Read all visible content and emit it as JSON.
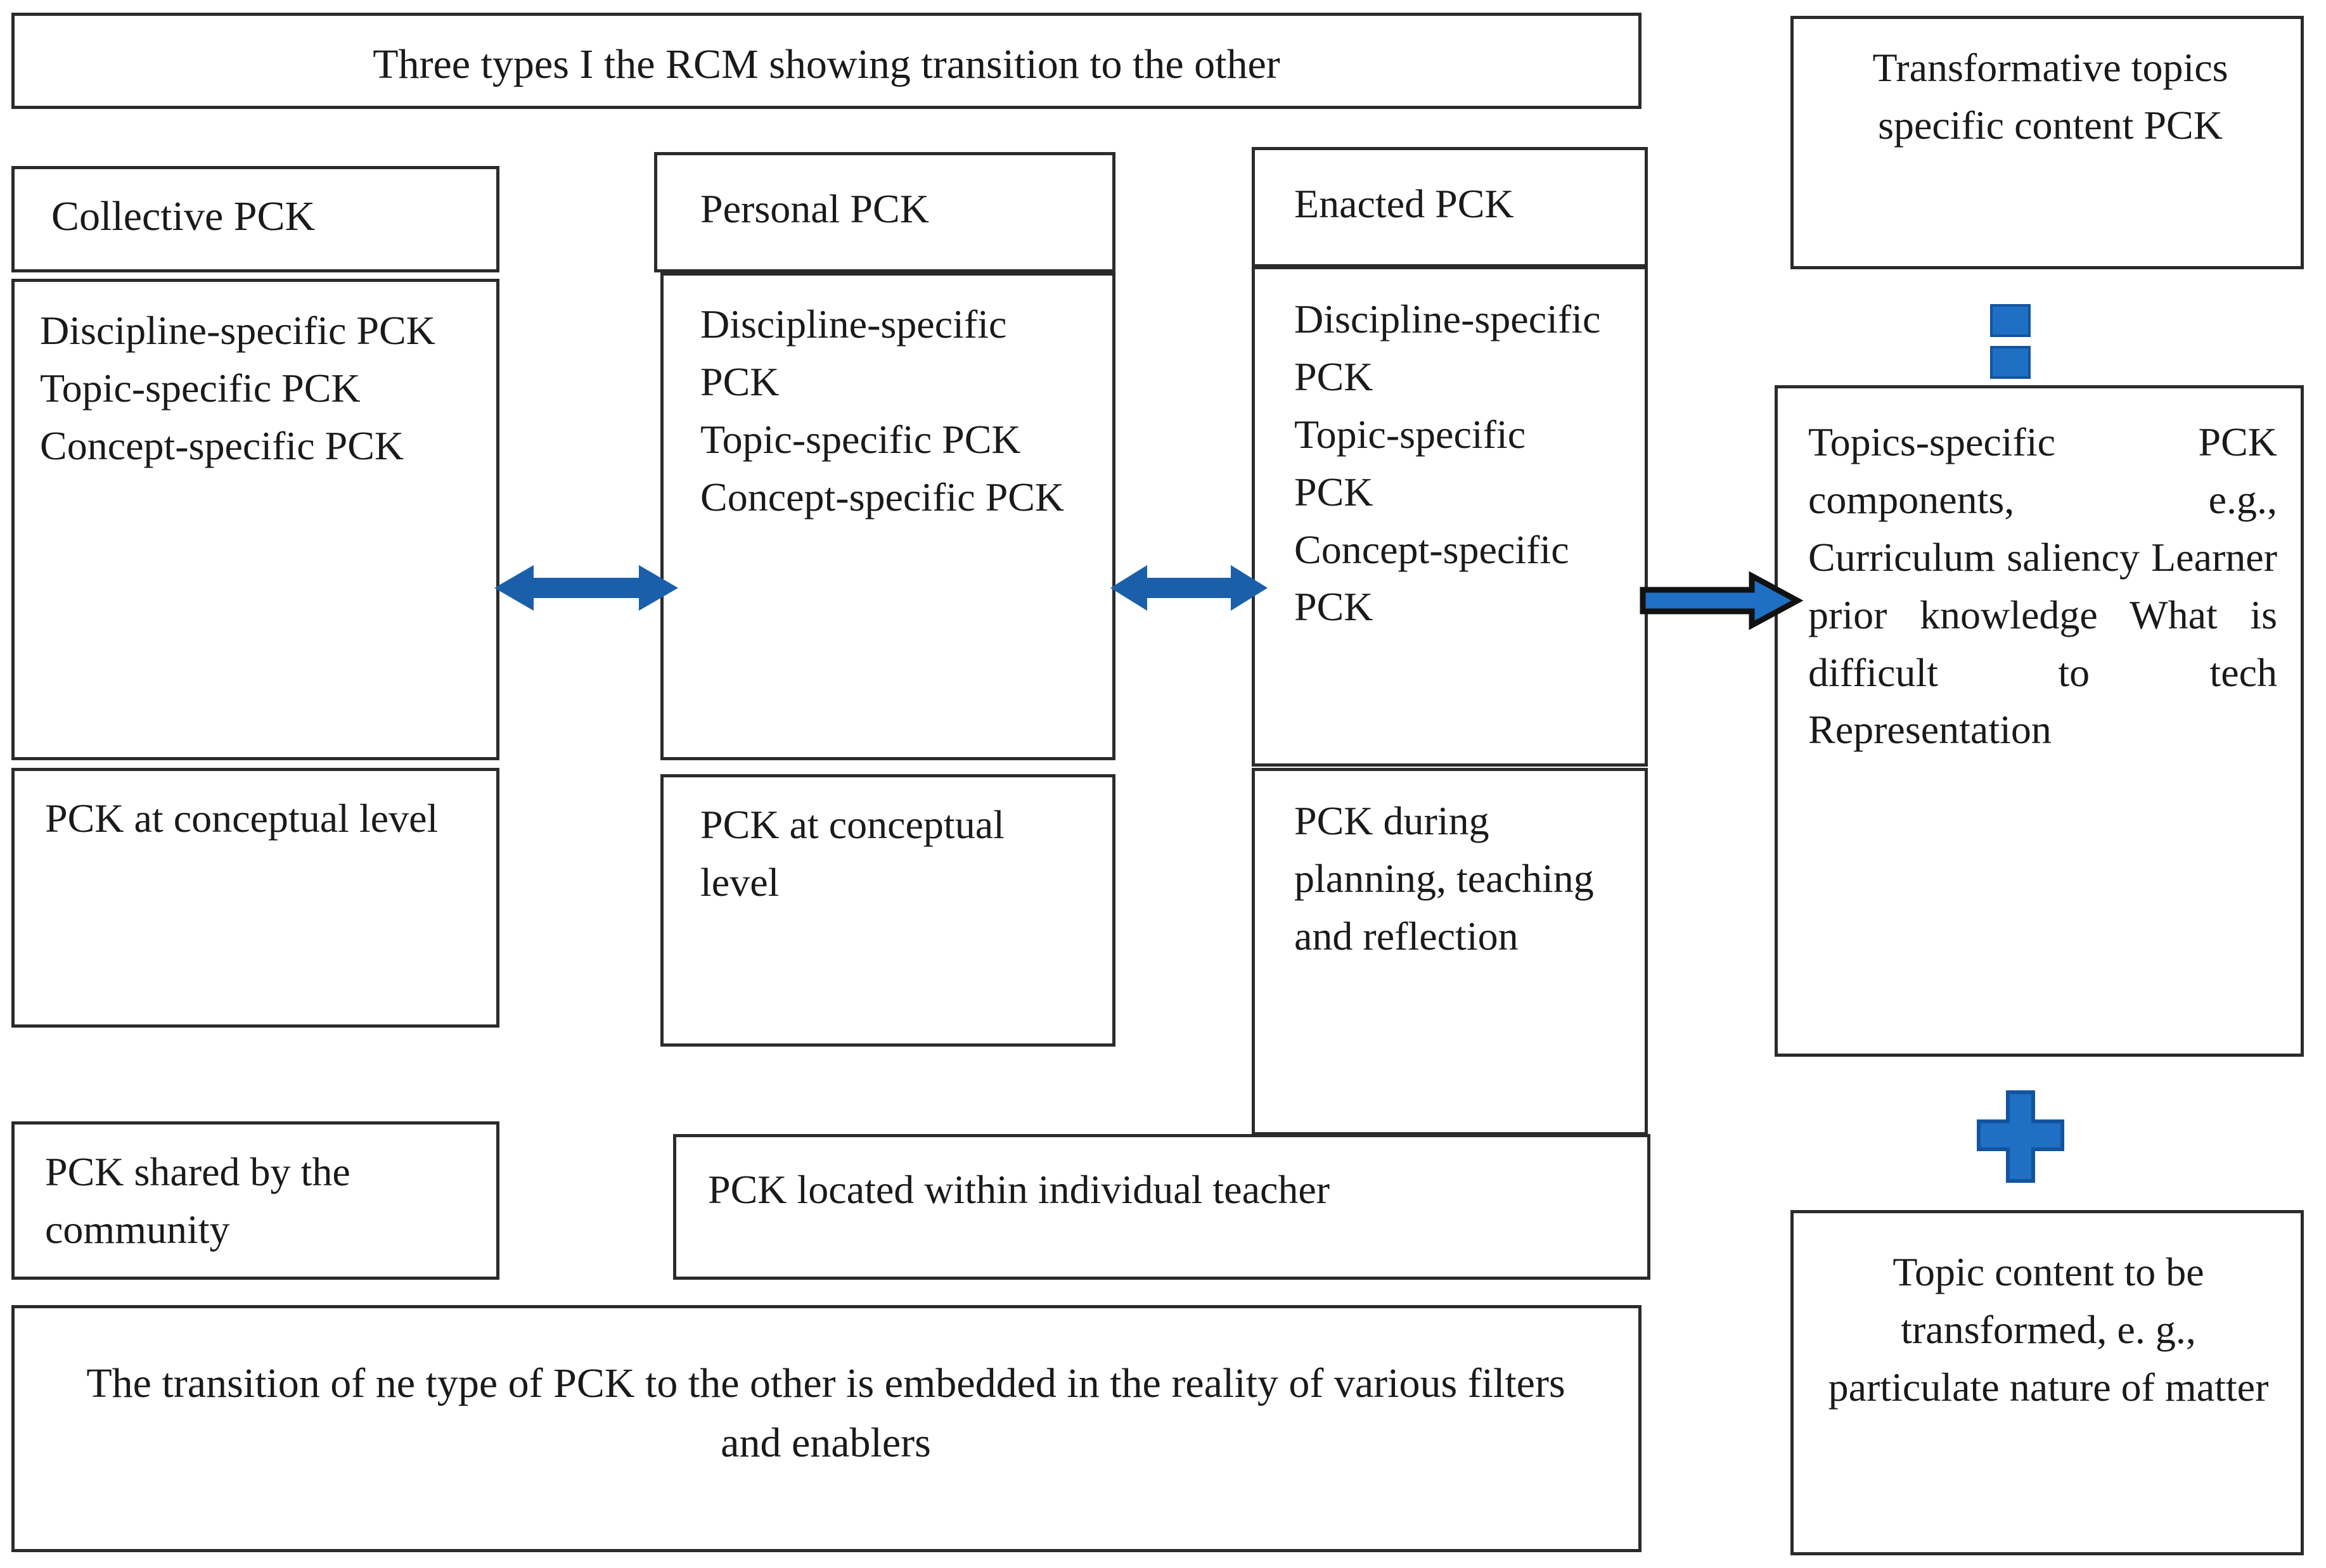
{
  "figure": {
    "title_banner": "Three types I the RCM showing transition to the other",
    "footer_banner": "The transition of ne type of PCK to the other is embedded in the reality of various filters and enablers",
    "accent_color": "#1f6fc4",
    "accent_outline_color": "#1254a0",
    "border_color": "#2b2b2b"
  },
  "columns": {
    "collective": {
      "header": "Collective PCK",
      "components": "Discipline-specific PCK\nTopic-specific PCK\nConcept-specific PCK",
      "level": "PCK at conceptual level",
      "locus": "PCK shared by the community"
    },
    "personal": {
      "header": "Personal PCK",
      "components": "Discipline-specific PCK\nTopic-specific PCK\nConcept-specific PCK",
      "level": "PCK at conceptual level",
      "locus": "PCK located within individual teacher"
    },
    "enacted": {
      "header": "Enacted PCK",
      "components": "Discipline-specific PCK\nTopic-specific PCK\nConcept-specific PCK",
      "level": "PCK during planning, teaching and reflection"
    }
  },
  "right_panel": {
    "top_box": "Transformative topics specific content PCK",
    "equals_symbol": "equals-sign",
    "components_box": "Topics-specific PCK components, e.g., Curriculum saliency Learner prior knowledge What is difficult to tech Representation",
    "plus_symbol": "plus-sign",
    "bottom_box": "Topic content to be transformed, e. g., particulate nature of matter"
  },
  "connectors": {
    "collective_personal": "double-headed-arrow",
    "personal_enacted": "double-headed-arrow",
    "enacted_transformative": "right-arrow"
  }
}
